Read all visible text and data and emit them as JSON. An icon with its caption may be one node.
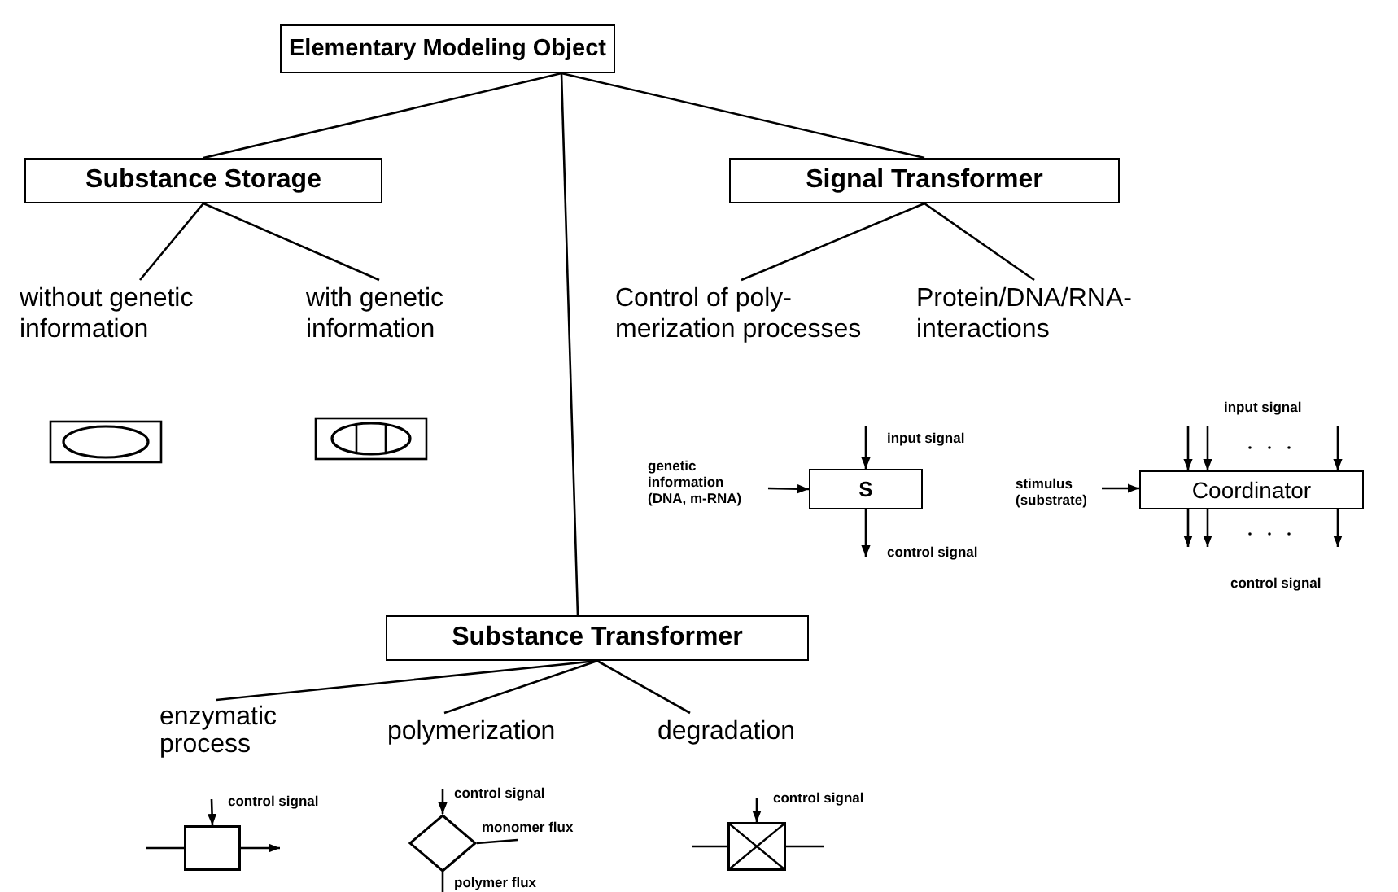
{
  "diagram": {
    "nodes": [
      {
        "text": [
          "Elementary Modeling Object"
        ]
      },
      {
        "text": [
          "Substance Storage"
        ]
      },
      {
        "text": [
          "Signal Transformer"
        ]
      },
      {
        "text": [
          "without genetic information"
        ]
      },
      {
        "text": [
          "with genetic information"
        ]
      },
      {
        "text": [
          "Control of poly- merization processes"
        ]
      },
      {
        "text": [
          "Protein/DNA/RNA- interactions"
        ]
      },
      {
        "text": [
          "S"
        ]
      },
      {
        "text": [
          "Coordinator"
        ]
      },
      {
        "text": [
          "Substance Transformer"
        ]
      },
      {
        "text": [
          "enzymatic process"
        ]
      },
      {
        "text": [
          "polymerization"
        ]
      },
      {
        "text": [
          "degradation"
        ]
      },
      {
        "text": [],
        "shape": "box"
      },
      {
        "text": [],
        "shape": "diamond"
      },
      {
        "text": [],
        "shape": "box"
      }
    ],
    "edges": [
      {
        "from": 0,
        "to": 1,
        "arrow": "none"
      },
      {
        "from": 0,
        "to": 2,
        "arrow": "none"
      },
      {
        "from": 0,
        "to": 9,
        "arrow": "none"
      },
      {
        "from": 1,
        "to": 3,
        "arrow": "none"
      },
      {
        "from": 1,
        "to": 4,
        "arrow": "none"
      },
      {
        "from": 2,
        "to": 5,
        "arrow": "none"
      },
      {
        "from": 2,
        "to": 6,
        "arrow": "none"
      },
      {
        "from": 9,
        "to": 10,
        "arrow": "none"
      },
      {
        "from": 9,
        "to": 11,
        "arrow": "none"
      },
      {
        "from": 9,
        "to": 12,
        "arrow": "none"
      },
      {
        "from": null,
        "to": 7,
        "arrow": "to",
        "label": "input signal"
      },
      {
        "from": null,
        "to": 7,
        "arrow": "to",
        "label": "genetic information (DNA, m-RNA)"
      },
      {
        "from": 7,
        "to": null,
        "arrow": "to",
        "label": "control signal"
      },
      {
        "from": null,
        "to": 8,
        "arrow": "to",
        "label": "stimulus (substrate)"
      },
      {
        "from": null,
        "to": 8,
        "arrow": "to"
      },
      {
        "from": null,
        "to": 8,
        "arrow": "to"
      },
      {
        "from": null,
        "to": 8,
        "arrow": "to"
      },
      {
        "from": 8,
        "to": null,
        "arrow": "to"
      },
      {
        "from": 8,
        "to": null,
        "arrow": "to"
      },
      {
        "from": 8,
        "to": null,
        "arrow": "to"
      },
      {
        "from": null,
        "to": 13,
        "arrow": "to",
        "label": "control signal"
      },
      {
        "from": null,
        "to": 13,
        "arrow": "none"
      },
      {
        "from": 13,
        "to": null,
        "arrow": "to"
      },
      {
        "from": null,
        "to": 14,
        "arrow": "to",
        "label": "control signal"
      },
      {
        "from": 14,
        "to": null,
        "arrow": "none",
        "label": "monomer flux"
      },
      {
        "from": 14,
        "to": null,
        "arrow": "none",
        "label": "polymer flux"
      },
      {
        "from": null,
        "to": 15,
        "arrow": "to",
        "label": "control signal"
      },
      {
        "from": null,
        "to": 15,
        "arrow": "none"
      },
      {
        "from": 15,
        "to": null,
        "arrow": "none"
      }
    ],
    "labels": [
      "input signal",
      "control signal"
    ]
  }
}
